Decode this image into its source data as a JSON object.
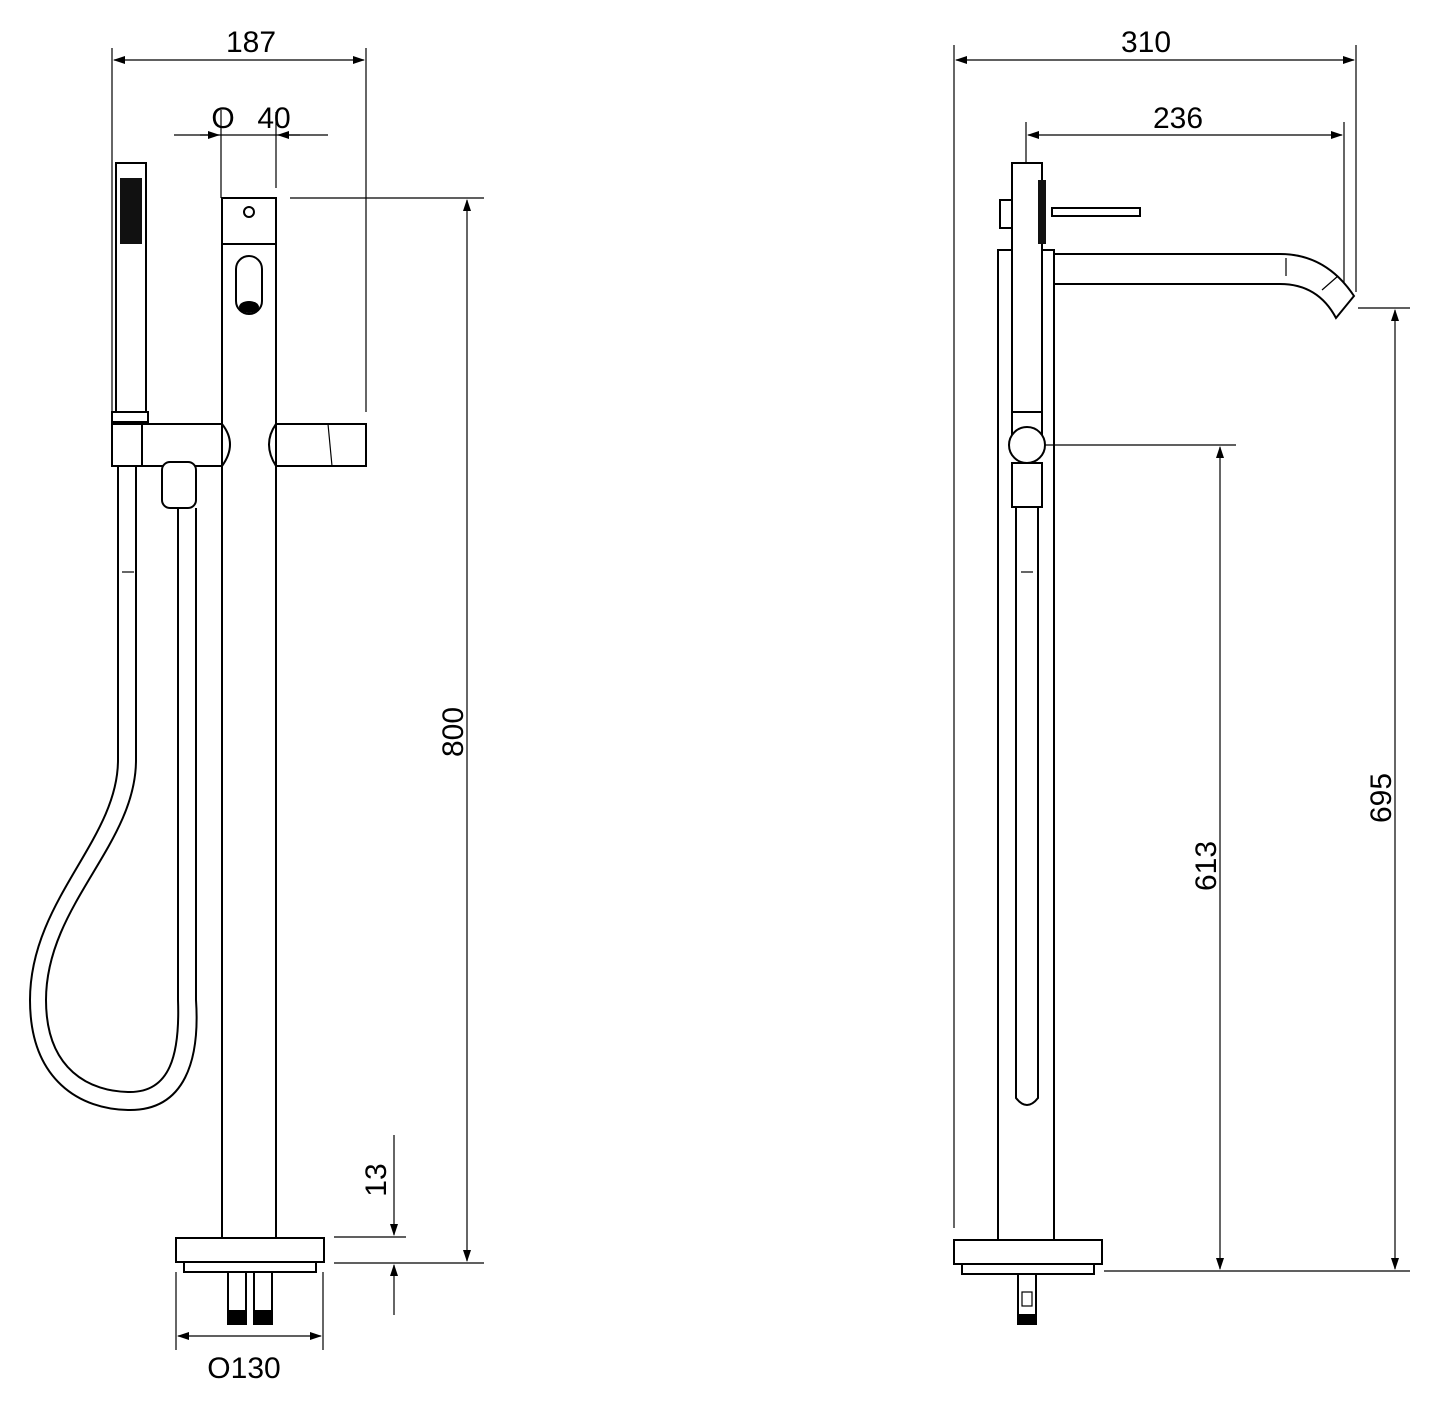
{
  "dimensions": {
    "front_width": "187",
    "front_diameter_symbol": "O",
    "front_offset": "40",
    "front_height": "800",
    "base_thickness": "13",
    "base_diameter": "O130",
    "side_total_depth": "310",
    "side_spout_reach": "236",
    "side_handle_height": "613",
    "side_spout_height": "695"
  }
}
